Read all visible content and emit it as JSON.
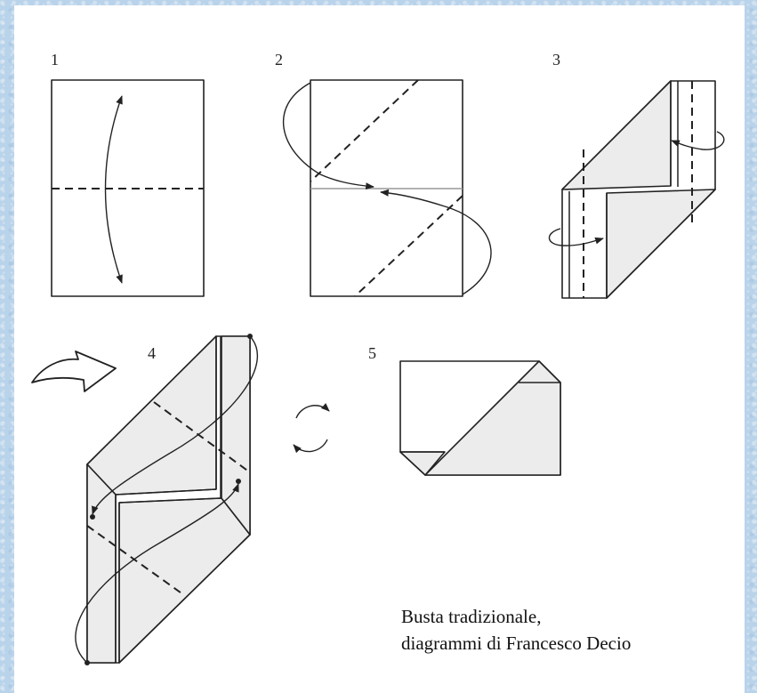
{
  "steps": [
    {
      "number": "1"
    },
    {
      "number": "2"
    },
    {
      "number": "3"
    },
    {
      "number": "4"
    },
    {
      "number": "5"
    }
  ],
  "caption": {
    "line1": "Busta tradizionale,",
    "line2": "diagrammi di Francesco Decio"
  },
  "colors": {
    "background": "#b9d3ea",
    "panel": "#ffffff",
    "paper_fill": "#ffffff",
    "paper_shaded": "#ececec",
    "ink": "#222222"
  }
}
